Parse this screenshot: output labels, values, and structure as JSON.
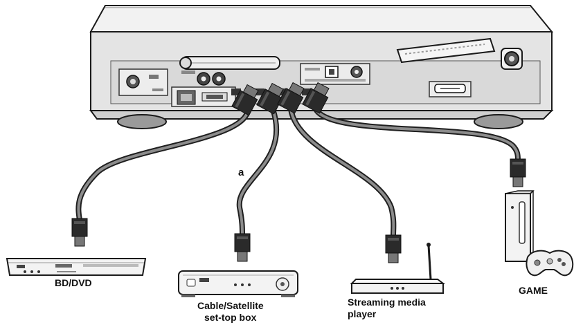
{
  "connection_marker": "a",
  "devices": {
    "bd_dvd": "BD/DVD",
    "cable_box_line1": "Cable/Satellite",
    "cable_box_line2": "set-top box",
    "streaming_line1": "Streaming media",
    "streaming_line2": "player",
    "game": "GAME"
  }
}
